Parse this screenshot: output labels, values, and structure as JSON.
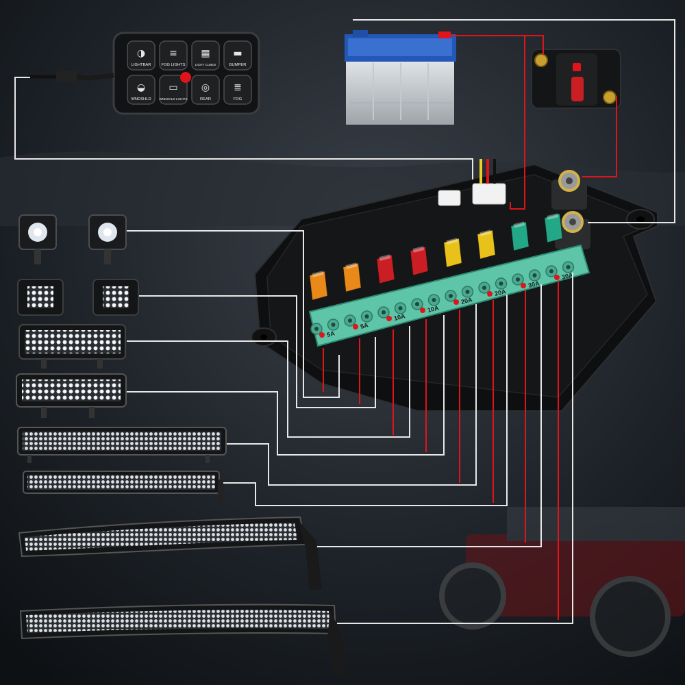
{
  "switch_panel": {
    "buttons": [
      {
        "label": "LIGHTBAR",
        "icon": "lightbar-icon"
      },
      {
        "label": "FOG LIGHTS",
        "icon": "fog-lights-icon"
      },
      {
        "label": "LIGHT CUBES",
        "icon": "light-cubes-icon"
      },
      {
        "label": "BUMPER",
        "icon": "bumper-icon"
      },
      {
        "label": "WNDSHLD",
        "icon": "windshield-icon"
      },
      {
        "label": "WNDSHLD LIGHTS",
        "icon": "windshield-lights-icon"
      },
      {
        "label": "REAR",
        "icon": "rear-icon"
      },
      {
        "label": "FOG",
        "icon": "fog-icon"
      }
    ]
  },
  "fuse_block": {
    "fuses": [
      {
        "rating": "5A",
        "color": "#e8891a"
      },
      {
        "rating": "5A",
        "color": "#e8891a"
      },
      {
        "rating": "10A",
        "color": "#c81e24"
      },
      {
        "rating": "10A",
        "color": "#c81e24"
      },
      {
        "rating": "20A",
        "color": "#e8c21a"
      },
      {
        "rating": "20A",
        "color": "#e8c21a"
      },
      {
        "rating": "30A",
        "color": "#22a886"
      },
      {
        "rating": "30A",
        "color": "#22a886"
      }
    ]
  },
  "lights": [
    {
      "type": "pod-light"
    },
    {
      "type": "flush-mount-pod"
    },
    {
      "type": "short-light-bar"
    },
    {
      "type": "short-light-bar"
    },
    {
      "type": "light-bar"
    },
    {
      "type": "light-bar"
    },
    {
      "type": "curved-light-bar"
    },
    {
      "type": "curved-light-bar"
    }
  ],
  "colors": {
    "wire_white": "#e8e8e8",
    "wire_red": "#e0141a",
    "terminal_green": "#5fc5a8",
    "background": "#1b1f24"
  }
}
